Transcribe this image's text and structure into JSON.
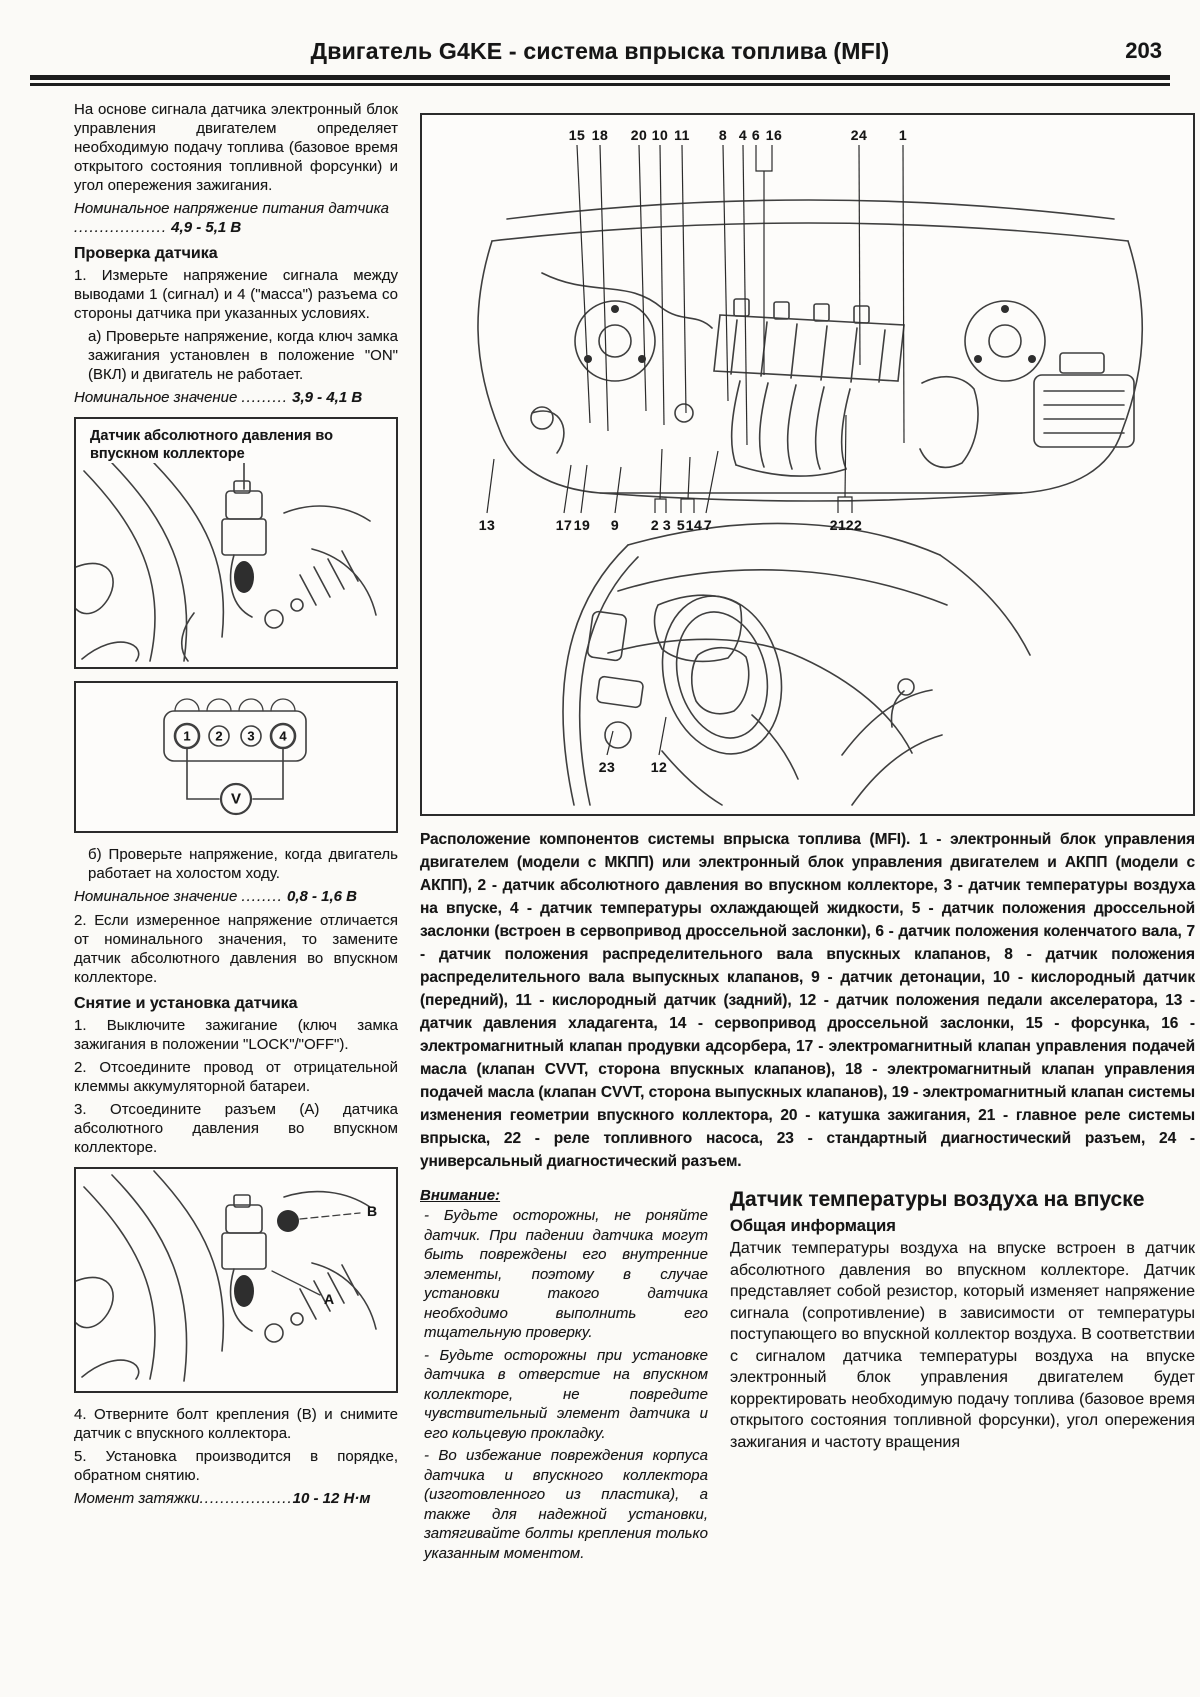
{
  "header": {
    "title": "Двигатель G4KE - система впрыска топлива (MFI)",
    "page_number": "203"
  },
  "left_column": {
    "intro": "На основе сигнала датчика электронный блок управления двигателем определяет необходимую подачу топлива (базовое время открытого состояния топливной форсунки) и угол опережения зажигания.",
    "spec1_label": "Номинальное напряжение питания датчика ",
    "spec1_dots": "..................",
    "spec1_value": " 4,9 - 5,1 В",
    "check_heading": "Проверка датчика",
    "check_step1": "1. Измерьте напряжение сигнала между выводами 1 (сигнал) и 4 (\"масса\") разъема со стороны датчика при указанных условиях.",
    "check_step1a": "а) Проверьте напряжение, когда ключ замка зажигания установлен в положение \"ON\" (ВКЛ) и двигатель не работает.",
    "spec2_label": "Номинальное значение ",
    "spec2_dots": ".........",
    "spec2_value": " 3,9 - 4,1 В",
    "figure1_caption": "Датчик абсолютного давления во впускном коллекторе",
    "connector_pins": [
      "1",
      "2",
      "3",
      "4"
    ],
    "voltmeter_label": "V",
    "check_step1b": "б) Проверьте напряжение, когда двигатель работает на холостом ходу.",
    "spec3_label": "Номинальное значение ",
    "spec3_dots": "........",
    "spec3_value": " 0,8 - 1,6 В",
    "check_step2": "2. Если измеренное напряжение отличается от номинального значения, то замените датчик абсолютного давления во впускном коллекторе.",
    "removal_heading": "Снятие и установка датчика",
    "removal_step1": "1. Выключите зажигание (ключ замка зажигания в положении \"LOCK\"/\"OFF\").",
    "removal_step2": "2. Отсоедините провод от отрицательной клеммы аккумуляторной батареи.",
    "removal_step3": "3. Отсоедините разъем (А) датчика абсолютного давления во впускном коллекторе.",
    "figure3_labels": [
      "B",
      "A"
    ],
    "removal_step4": "4. Отверните болт крепления (В) и снимите датчик с впускного коллектора.",
    "removal_step5": "5. Установка производится в порядке, обратном снятию.",
    "torque_label": "Момент затяжки",
    "torque_dots": "..................",
    "torque_value": "10 - 12 Н·м"
  },
  "diagram": {
    "top_labels": [
      "15",
      "18",
      "20",
      "10",
      "11",
      "8",
      "4",
      "6",
      "16",
      "24",
      "1"
    ],
    "bottom_labels": [
      "13",
      "17",
      "19",
      "9",
      "2",
      "3",
      "5",
      "14",
      "7",
      "21",
      "22"
    ],
    "dash_labels": [
      "23",
      "12"
    ]
  },
  "caption": {
    "text": "Расположение компонентов системы впрыска топлива (MFI). 1 - электронный блок управления двигателем (модели с МКПП) или электронный блок управления двигателем и АКПП (модели с АКПП), 2 - датчик абсолютного давления во впускном коллекторе, 3 - датчик температуры воздуха на впуске, 4 - датчик температуры охлаждающей жидкости, 5 - датчик положения дроссельной заслонки (встроен в сервопривод дроссельной заслонки), 6 - датчик положения коленчатого вала, 7 - датчик положения распределительного вала впускных клапанов, 8 - датчик положения распределительного вала выпускных клапанов, 9 - датчик детонации, 10 - кислородный датчик (передний), 11 - кислородный датчик (задний), 12 - датчик положения педали акселератора, 13 - датчик давления хладагента, 14 - сервопривод дроссельной заслонки, 15 - форсунка, 16 - электромагнитный клапан продувки адсорбера, 17 - электромагнитный клапан управления подачей масла (клапан CVVT, сторона впускных клапанов), 18 - электромагнитный клапан управления подачей масла (клапан CVVT, сторона выпускных клапанов), 19 - электромагнитный клапан системы изменения геометрии впускного коллектора, 20 - катушка зажигания, 21 - главное реле системы впрыска, 22 - реле топливного насоса, 23 - стандартный диагностический разъем, 24 - универсальный диагностический разъем."
  },
  "warning": {
    "title": "Внимание:",
    "items": [
      "- Будьте осторожны, не роняйте датчик. При падении датчика могут быть повреждены его внутренние элементы, поэтому в случае установки такого датчика необходимо выполнить его тщательную проверку.",
      "- Будьте осторожны при установке датчика в отверстие на впускном коллекторе, не повредите чувствительный элемент датчика и его кольцевую прокладку.",
      "- Во избежание повреждения корпуса датчика и впускного коллектора (изготовленного из пластика), а также для надежной установки, затягивайте болты крепления только указанным моментом."
    ]
  },
  "right_column": {
    "heading": "Датчик температуры воздуха на впуске",
    "subheading": "Общая информация",
    "body": "Датчик температуры воздуха на впуске встроен в датчик абсолютного давления во впускном коллекторе. Датчик представляет собой резистор, который изменяет напряжение сигнала (сопротивление) в зависимости от температуры поступающего во впускной коллектор воздуха. В соответствии с сигналом датчика температуры воздуха на впуске электронный блок управления двигателем будет корректировать необходимую подачу топлива (базовое время открытого состояния топливной форсунки), угол опережения зажигания и частоту вращения"
  }
}
